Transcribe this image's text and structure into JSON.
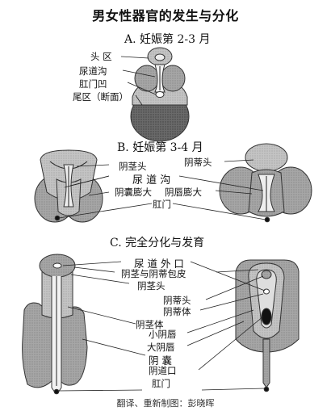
{
  "title": "男女性器官的发生与分化",
  "sections": {
    "a": "A. 妊娠第 2-3 月",
    "b": "B. 妊娠第 3-4 月",
    "c": "C. 完全分化与发育"
  },
  "labels_a": {
    "head": "头 区",
    "urethral_groove": "尿道沟",
    "anal_pit": "肛门凹",
    "tail": "尾区（断面）"
  },
  "labels_b": {
    "glans_penis": "阴茎头",
    "glans_clitoris": "阴蒂头",
    "urethral_groove": "尿 道 沟",
    "scrotal_swelling": "阴囊膨大",
    "labial_swelling": "阴唇膨大",
    "anus": "肛门"
  },
  "labels_c": {
    "urethral_orifice": "尿 道 外 口",
    "prepuce": "阴茎与阴蒂包皮",
    "glans_penis": "阴茎头",
    "glans_clitoris": "阴蒂头",
    "clitoris_body": "阴蒂体",
    "penis_body": "阴茎体",
    "labia_minora": "小阴唇",
    "labia_majora": "大阴唇",
    "scrotum": "阴  囊",
    "vaginal_orifice": "阴道口",
    "anus": "肛门"
  },
  "credit": "翻译、重新制图：彭晓晖"
}
